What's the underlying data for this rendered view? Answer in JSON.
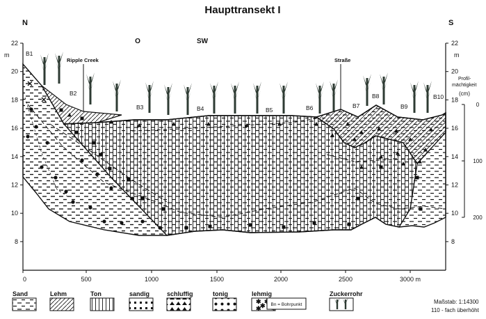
{
  "title": "Haupttransekt I",
  "directions": {
    "north_letter": "N",
    "south_letter": "S",
    "o_label": "O",
    "sw_label": "SW"
  },
  "left_axis": {
    "unit": "m",
    "ticks": [
      "22",
      "20",
      "18",
      "16",
      "14",
      "12",
      "10",
      "8"
    ]
  },
  "right_axis": {
    "unit": "m",
    "ticks": [
      "22",
      "20",
      "18",
      "16",
      "14",
      "12",
      "10",
      "8"
    ]
  },
  "depth_axis": {
    "label_line1": "Profil-",
    "label_line2": "mächtigkeit",
    "unit": "(cm)",
    "ticks": [
      "0",
      "100",
      "200"
    ]
  },
  "x_axis": {
    "ticks": [
      "0",
      "500",
      "1000",
      "1500",
      "2000",
      "2500",
      "3000 m"
    ]
  },
  "boreholes": [
    "B1",
    "B2",
    "B3",
    "B4",
    "B5",
    "B6",
    "B7",
    "B8",
    "B9",
    "B10"
  ],
  "annotations": {
    "ripple_creek": "Ripple Creek",
    "strasse": "Straße"
  },
  "legend": {
    "items": [
      {
        "label": "Sand",
        "pattern": "sand"
      },
      {
        "label": "Lehm",
        "pattern": "lehm"
      },
      {
        "label": "Ton",
        "pattern": "ton"
      },
      {
        "label": "sandig",
        "pattern": "sandig"
      },
      {
        "label": "schluffig",
        "pattern": "schluffig"
      },
      {
        "label": "tonig",
        "pattern": "tonig"
      },
      {
        "label": "lehmig",
        "pattern": "lehmig"
      },
      {
        "label": "Zuckerrohr",
        "pattern": "zuckerrohr"
      }
    ],
    "bohrpunkt_box": "Bn = Bohrpunkt"
  },
  "scale": {
    "line1": "Maßstab: 1:14300",
    "line2": "110 - fach überhöht"
  },
  "colors": {
    "ink": "#111111",
    "cane": "#2e3b33"
  }
}
